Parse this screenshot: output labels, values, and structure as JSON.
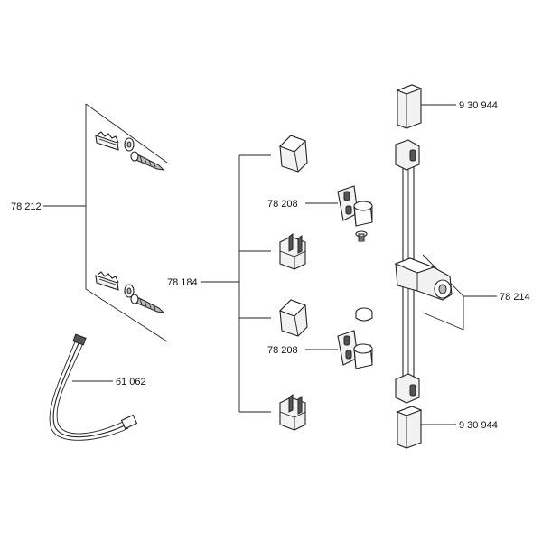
{
  "labels": {
    "anchor_set": "78 212",
    "wall_brackets": "78 184",
    "holder_upper": "78 208",
    "holder_lower": "78 208",
    "hose": "61 062",
    "end_cap_top": "9 30 944",
    "end_cap_bottom": "9 30 944",
    "shower_rail": "78 214"
  },
  "icons": [
    "dowel-icon",
    "washer-icon",
    "screw-icon",
    "wall-bracket-cap-icon",
    "wall-bracket-clip-icon",
    "holder-icon",
    "end-cap-icon",
    "shower-rail-icon",
    "slider-icon",
    "hose-icon"
  ]
}
